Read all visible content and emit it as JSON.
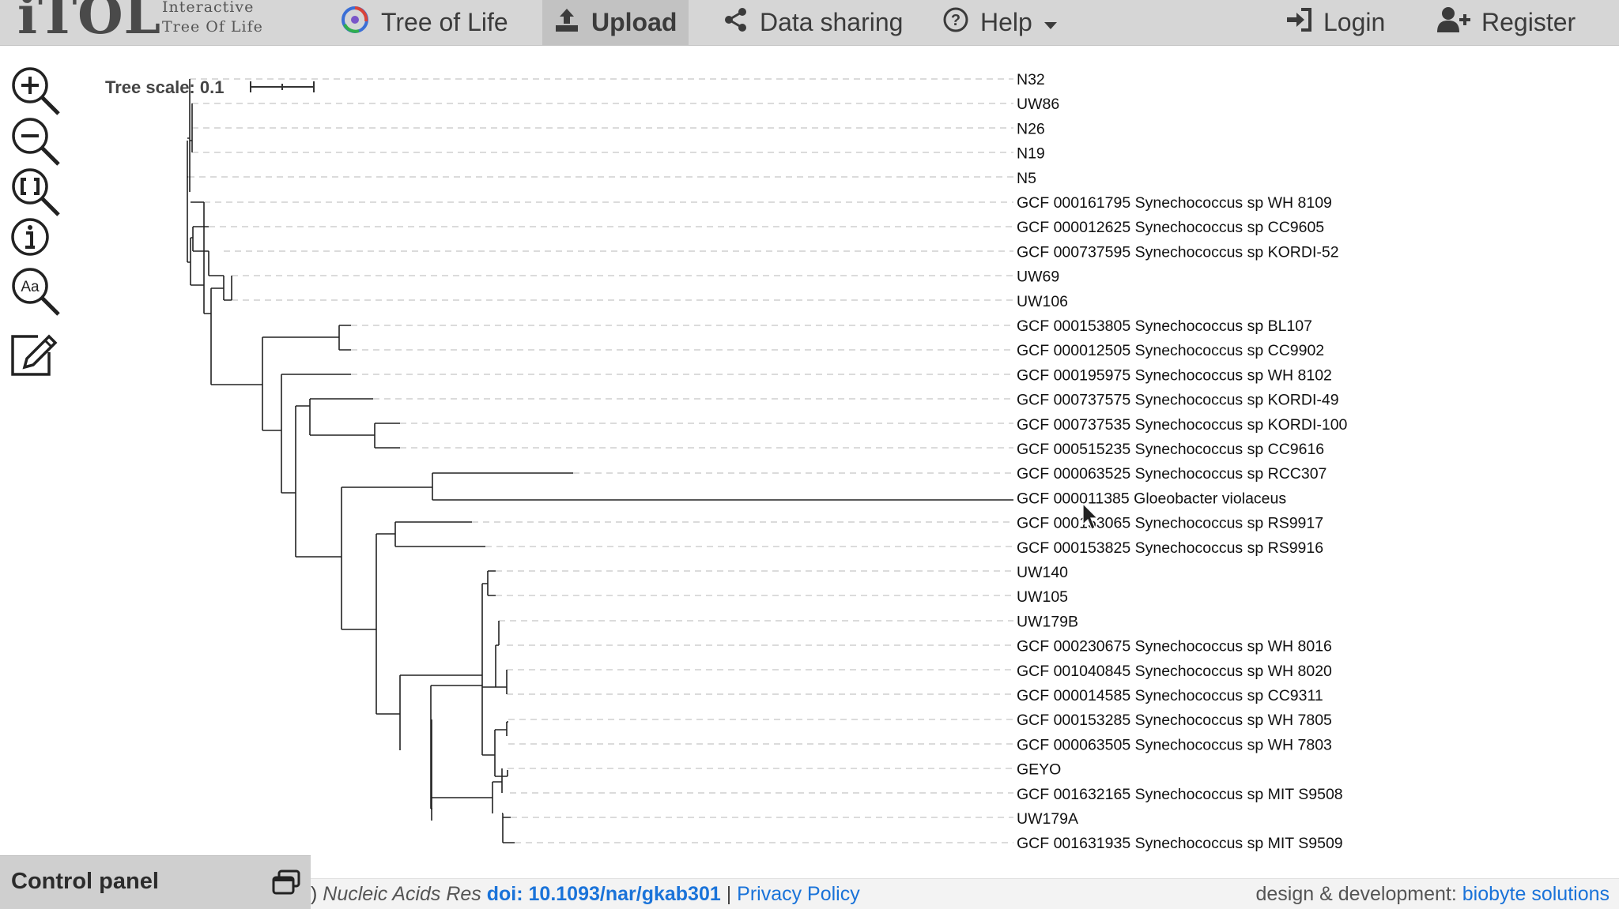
{
  "header": {
    "logo_main": "iTOL",
    "logo_sub_line1": "Interactive",
    "logo_sub_line2": "Tree Of Life",
    "nav": [
      {
        "label": "Tree of Life",
        "icon": "tree-of-life-icon"
      },
      {
        "label": "Upload",
        "icon": "upload-icon"
      },
      {
        "label": "Data sharing",
        "icon": "share-icon"
      },
      {
        "label": "Help",
        "icon": "help-icon"
      },
      {
        "label": "Login",
        "icon": "login-icon"
      },
      {
        "label": "Register",
        "icon": "register-icon"
      }
    ]
  },
  "toolbar": [
    "zoom-in-icon",
    "zoom-out-icon",
    "fit-to-screen-icon",
    "info-icon",
    "font-size-icon",
    "edit-icon"
  ],
  "tree": {
    "scale_label": "Tree scale: 0.1",
    "leaves": [
      "N32",
      "UW86",
      "N26",
      "N19",
      "N5",
      "GCF 000161795 Synechococcus sp WH 8109",
      "GCF 000012625 Synechococcus sp CC9605",
      "GCF 000737595 Synechococcus sp KORDI-52",
      "UW69",
      "UW106",
      "GCF 000153805 Synechococcus sp BL107",
      "GCF 000012505 Synechococcus sp CC9902",
      "GCF 000195975 Synechococcus sp WH 8102",
      "GCF 000737575 Synechococcus sp KORDI-49",
      "GCF 000737535 Synechococcus sp KORDI-100",
      "GCF 000515235 Synechococcus sp CC9616",
      "GCF 000063525 Synechococcus sp RCC307",
      "GCF 000011385 Gloeobacter violaceus",
      "GCF 000153065 Synechococcus sp RS9917",
      "GCF 000153825 Synechococcus sp RS9916",
      "UW140",
      "UW105",
      "UW179B",
      "GCF 000230675 Synechococcus sp WH 8016",
      "GCF 001040845 Synechococcus sp WH 8020",
      "GCF 000014585 Synechococcus sp CC9311",
      "GCF 000153285 Synechococcus sp WH 7805",
      "GCF 000063505 Synechococcus sp WH 7803",
      "GEYO",
      "GCF 001632165 Synechococcus sp MIT S9508",
      "UW179A",
      "GCF 001631935 Synechococcus sp MIT S9509"
    ]
  },
  "control_panel": {
    "label": "Control panel"
  },
  "footer": {
    "citation_prefix": ") ",
    "journal": "Nucleic Acids Res",
    "doi": "doi: 10.1093/nar/gkab301",
    "separator": " | ",
    "privacy": "Privacy Policy",
    "credit": "design & development: ",
    "credit_link": "biobyte solutions"
  }
}
